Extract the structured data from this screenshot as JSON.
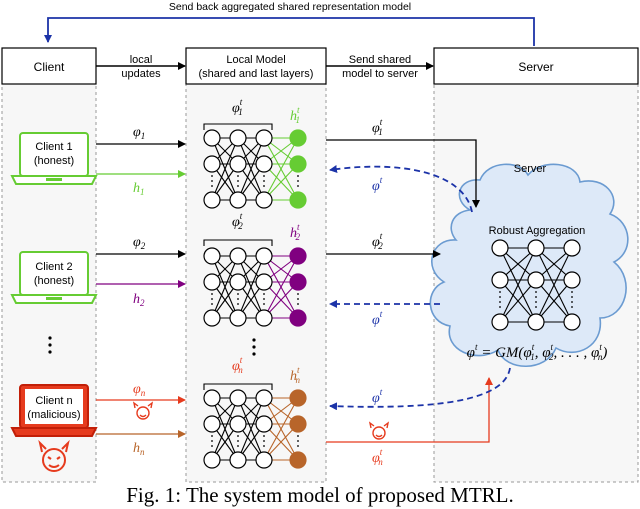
{
  "header": {
    "top_arrow_label": "Send back aggregated shared representation model",
    "client": "Client",
    "local_updates_1": "local",
    "local_updates_2": "updates",
    "local_model_1": "Local Model",
    "local_model_2": "(shared and last layers)",
    "send_shared_1": "Send shared",
    "send_shared_2": "model to server",
    "server": "Server"
  },
  "clients": [
    {
      "line1": "Client 1",
      "line2": "(honest)",
      "phi": "φ",
      "phi_sub": "1",
      "h": "h",
      "h_sub": "1"
    },
    {
      "line1": "Client 2",
      "line2": "(honest)",
      "phi": "φ",
      "phi_sub": "2",
      "h": "h",
      "h_sub": "2"
    },
    {
      "line1": "Client n",
      "line2": "(malicious)",
      "phi": "φ",
      "phi_sub": "n",
      "h": "h",
      "h_sub": "n"
    }
  ],
  "models": [
    {
      "phi": "φ",
      "phi_sub": "1",
      "phi_sup": "t",
      "h": "h",
      "h_sub": "1",
      "h_sup": "t"
    },
    {
      "phi": "φ",
      "phi_sub": "2",
      "phi_sup": "t",
      "h": "h",
      "h_sub": "2",
      "h_sup": "t"
    },
    {
      "phi": "φ",
      "phi_sub": "n",
      "phi_sup": "t",
      "h": "h",
      "h_sub": "n",
      "h_sup": "t"
    }
  ],
  "server_side": {
    "send_phi": "φ",
    "sup": "t",
    "sub1": "1",
    "sub2": "2",
    "subn": "n",
    "return_phi": "φ",
    "cloud_title": "Server",
    "robust_aggregation": "Robust Aggregation",
    "formula": "φ",
    "formula_rest": " = GM(φ",
    "formula_tail": ", . . . , φ",
    "formula_end": ")",
    "comma": ", φ"
  },
  "caption": "Fig. 1: The system model of proposed MTRL.",
  "colors": {
    "green": "#66cc33",
    "purple": "#800080",
    "red": "#e63b1e",
    "orange": "#b8652a",
    "blue": "#1c33a8",
    "cloud": "#dde9f8"
  }
}
